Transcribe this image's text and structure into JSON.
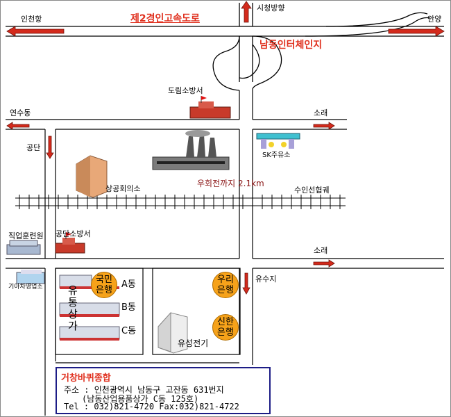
{
  "map": {
    "title_highway": "제2경인고속도로",
    "interchange": "남동인터체인지",
    "dir_incheon": "인천항",
    "dir_anyang": "안양",
    "dir_cityhall": "시청방향",
    "dir_yeonsu": "연수동",
    "dir_sorae_1": "소래",
    "dir_sorae_2": "소래",
    "dir_gongdan": "공단",
    "dir_yusuji": "유수지",
    "railway": "수인선협궤",
    "bypass_note": "우회전까지 2.1km"
  },
  "landmarks": {
    "dorim_fire": "도림소방서",
    "sk_gas": "SK주유소",
    "chamber": "상공회의소",
    "vocational": "직업훈련원",
    "gongdan_fire": "공단소방서",
    "kia": "기아차영업소",
    "mall": "유통상가",
    "bldg_a": "A동",
    "bldg_b": "B동",
    "bldg_c": "C동",
    "yusung": "유성전기"
  },
  "banks": {
    "kookmin": "국민 은행",
    "woori": "우리 은행",
    "shinhan": "신한 은행"
  },
  "info": {
    "company": "거창바퀴종합",
    "addr1": "주소 : 인천광역시 남동구 고잔동 631번지",
    "addr2": "(남동산업용품상가 C동 125호)",
    "tel": "Tel : 032)821-4720 Fax:032)821-4722"
  },
  "colors": {
    "arrow_red": "#d42a1c",
    "text_red": "#e0301e",
    "bank_orange": "#f6a21a",
    "box_border": "#1c1c86"
  }
}
